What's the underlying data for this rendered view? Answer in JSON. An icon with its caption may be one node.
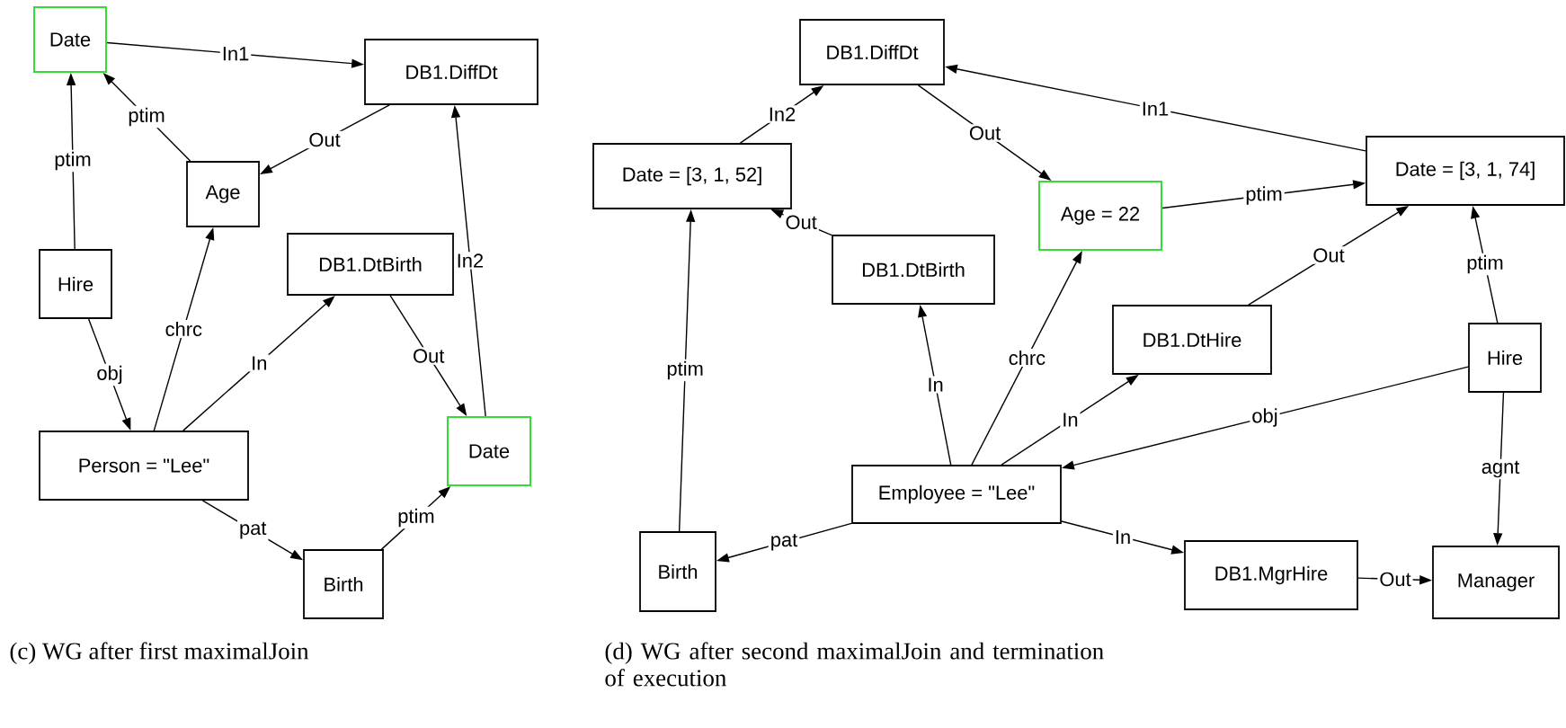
{
  "diagram": {
    "nodes": [
      {
        "text": [
          "Date"
        ]
      },
      {
        "text": [
          "DB1.DiffDt"
        ]
      },
      {
        "text": [
          "Age"
        ]
      },
      {
        "text": [
          "Hire"
        ]
      },
      {
        "text": [
          "DB1.DtBirth"
        ]
      },
      {
        "text": [
          "Person = \"Lee\""
        ]
      },
      {
        "text": [
          "Date"
        ]
      },
      {
        "text": [
          "Birth"
        ]
      },
      {
        "text": [
          "DB1.DiffDt"
        ]
      },
      {
        "text": [
          "Date = [3, 1, 52]"
        ]
      },
      {
        "text": [
          "Age = 22"
        ]
      },
      {
        "text": [
          "Date = [3, 1, 74]"
        ]
      },
      {
        "text": [
          "DB1.DtBirth"
        ]
      },
      {
        "text": [
          "DB1.DtHire"
        ]
      },
      {
        "text": [
          "Hire"
        ]
      },
      {
        "text": [
          "Employee = \"Lee\""
        ]
      },
      {
        "text": [
          "Birth"
        ]
      },
      {
        "text": [
          "DB1.MgrHire"
        ]
      },
      {
        "text": [
          "Manager"
        ]
      }
    ],
    "edges": [
      {
        "from": 0,
        "to": 1,
        "arrow": "to",
        "label": "In1"
      },
      {
        "from": 2,
        "to": 0,
        "arrow": "to",
        "label": "ptim"
      },
      {
        "from": 1,
        "to": 2,
        "arrow": "to",
        "label": "Out"
      },
      {
        "from": 3,
        "to": 0,
        "arrow": "to",
        "label": "ptim"
      },
      {
        "from": 3,
        "to": 5,
        "arrow": "to",
        "label": "obj"
      },
      {
        "from": 5,
        "to": 2,
        "arrow": "to",
        "label": "chrc"
      },
      {
        "from": 5,
        "to": 4,
        "arrow": "to",
        "label": "In"
      },
      {
        "from": 4,
        "to": 6,
        "arrow": "to",
        "label": "Out"
      },
      {
        "from": 6,
        "to": 1,
        "arrow": "to",
        "label": "In2"
      },
      {
        "from": 5,
        "to": 7,
        "arrow": "to",
        "label": "pat"
      },
      {
        "from": 7,
        "to": 6,
        "arrow": "to",
        "label": "ptim"
      },
      {
        "from": 11,
        "to": 8,
        "arrow": "to",
        "label": "In1"
      },
      {
        "from": 9,
        "to": 8,
        "arrow": "to",
        "label": "In2"
      },
      {
        "from": 8,
        "to": 10,
        "arrow": "to",
        "label": "Out"
      },
      {
        "from": 10,
        "to": 11,
        "arrow": "to",
        "label": "ptim"
      },
      {
        "from": 13,
        "to": 11,
        "arrow": "to",
        "label": "Out"
      },
      {
        "from": 14,
        "to": 11,
        "arrow": "to",
        "label": "ptim"
      },
      {
        "from": 12,
        "to": 9,
        "arrow": "to",
        "label": "Out"
      },
      {
        "from": 16,
        "to": 9,
        "arrow": "to",
        "label": "ptim"
      },
      {
        "from": 15,
        "to": 12,
        "arrow": "to",
        "label": "In"
      },
      {
        "from": 15,
        "to": 10,
        "arrow": "to",
        "label": "chrc"
      },
      {
        "from": 15,
        "to": 13,
        "arrow": "to",
        "label": "In"
      },
      {
        "from": 14,
        "to": 15,
        "arrow": "to",
        "label": "obj"
      },
      {
        "from": 15,
        "to": 16,
        "arrow": "to",
        "label": "pat"
      },
      {
        "from": 15,
        "to": 17,
        "arrow": "to",
        "label": "In"
      },
      {
        "from": 17,
        "to": 18,
        "arrow": "to",
        "label": "Out"
      },
      {
        "from": 14,
        "to": 18,
        "arrow": "to",
        "label": "agnt"
      }
    ],
    "labels": [
      "(c) WG after first maximalJoin",
      "(d) WG after second maximalJoin and termination of execution"
    ]
  }
}
